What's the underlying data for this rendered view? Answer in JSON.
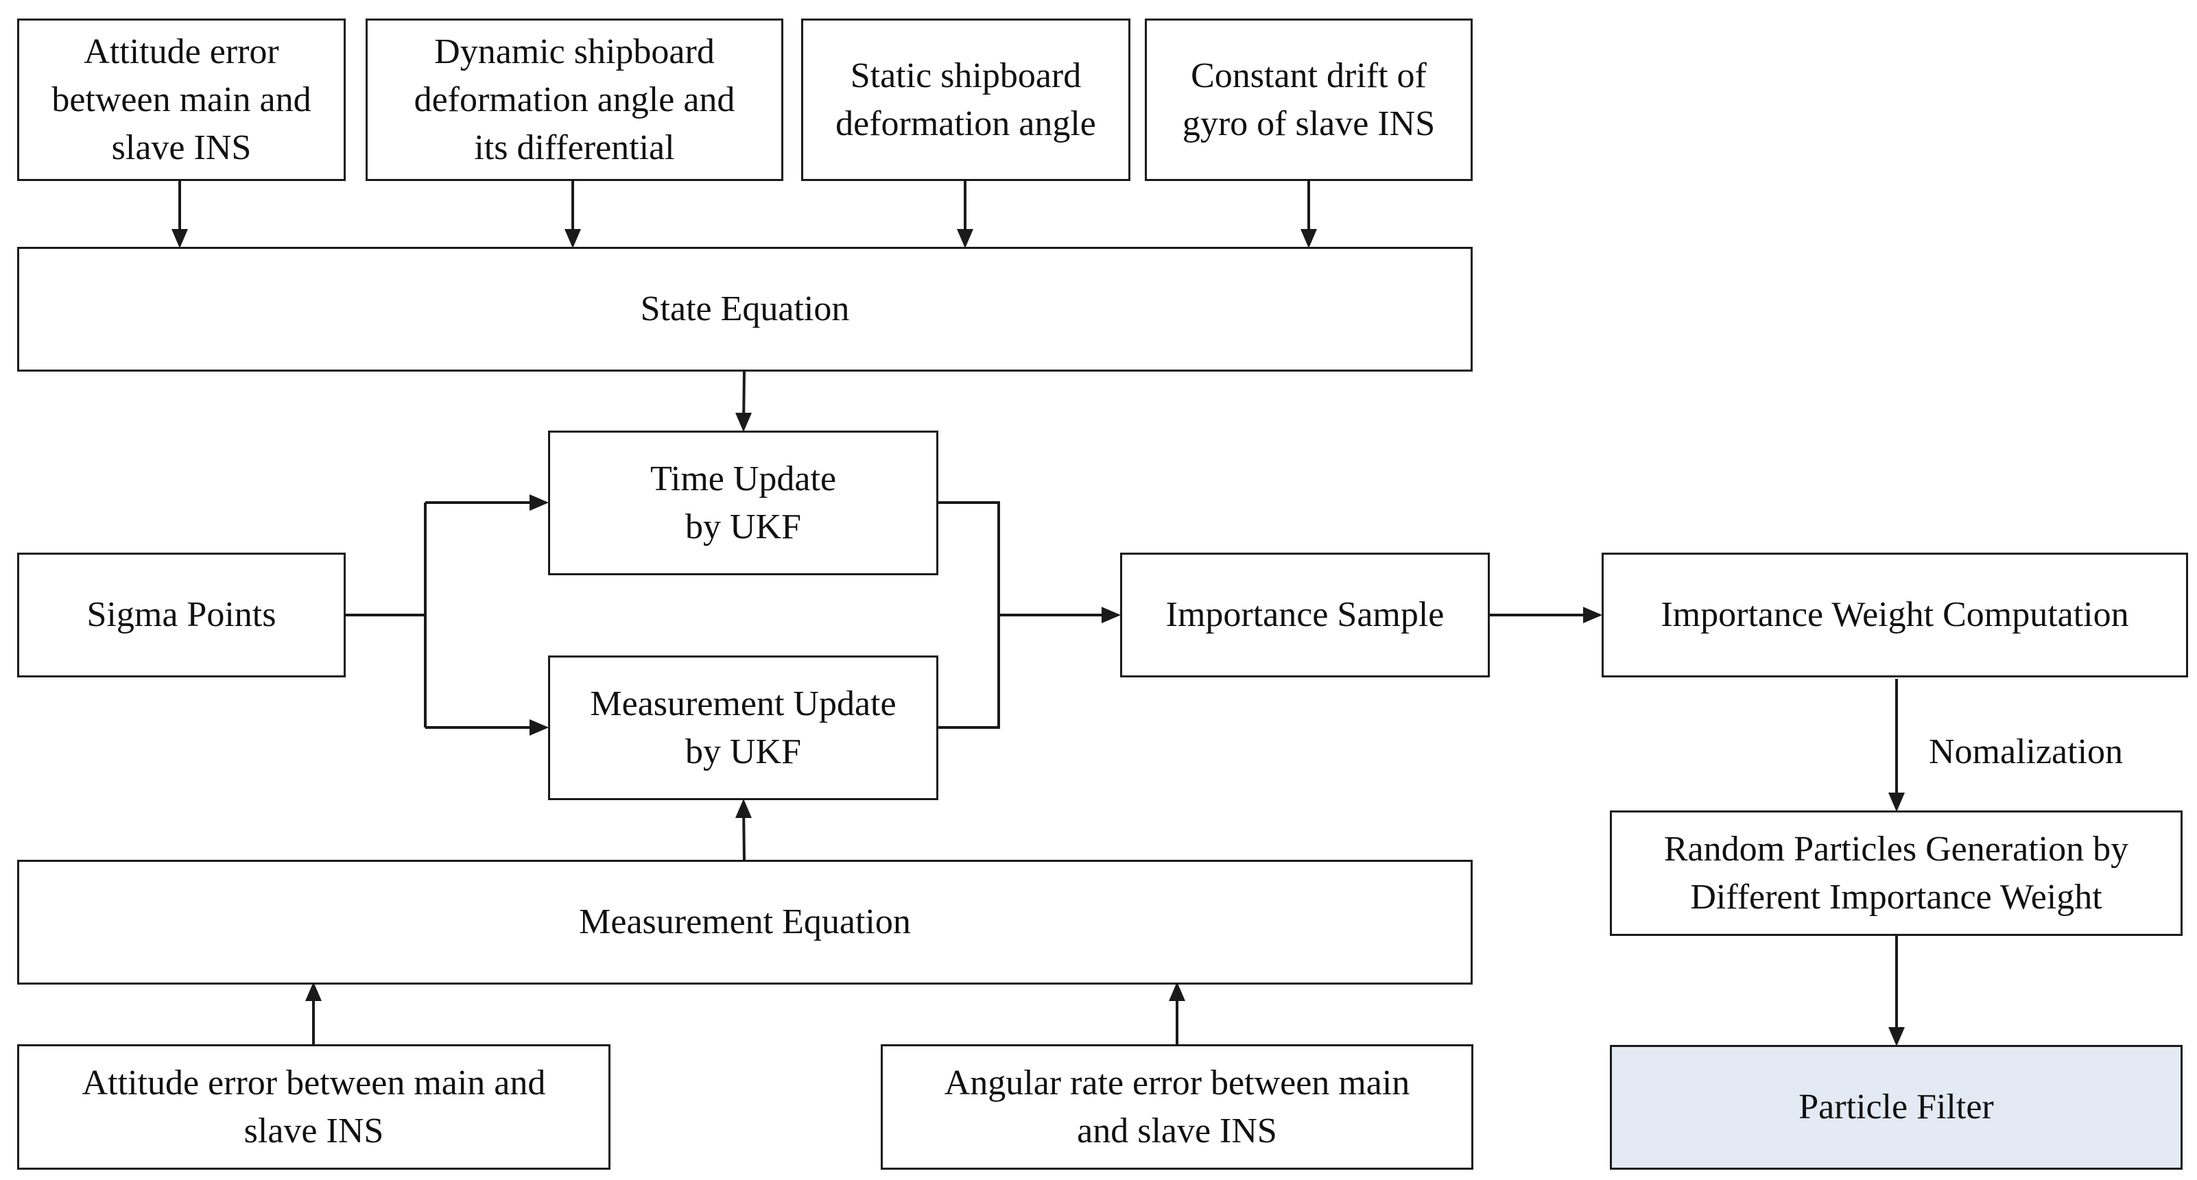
{
  "diagram": {
    "nodes": {
      "attitude_error_top": "Attitude error\nbetween main and\nslave INS",
      "dynamic_deformation": "Dynamic shipboard\ndeformation angle and\nits differential",
      "static_deformation": "Static shipboard\ndeformation angle",
      "constant_drift": "Constant drift of\ngyro of slave INS",
      "state_equation": "State Equation",
      "time_update": "Time Update\nby UKF",
      "sigma_points": "Sigma Points",
      "measurement_update": "Measurement Update\nby UKF",
      "importance_sample": "Importance Sample",
      "importance_weight": "Importance Weight Computation",
      "random_particles": "Random Particles Generation by\nDifferent Importance Weight",
      "particle_filter": "Particle Filter",
      "measurement_equation": "Measurement Equation",
      "attitude_error_bottom": "Attitude error between main and\nslave INS",
      "angular_rate_error": "Angular rate error between main\nand slave INS"
    },
    "edge_labels": {
      "normalization": "Nomalization"
    },
    "colors": {
      "stroke": "#1a1a1a",
      "highlight_fill": "#e3eaf4"
    }
  }
}
